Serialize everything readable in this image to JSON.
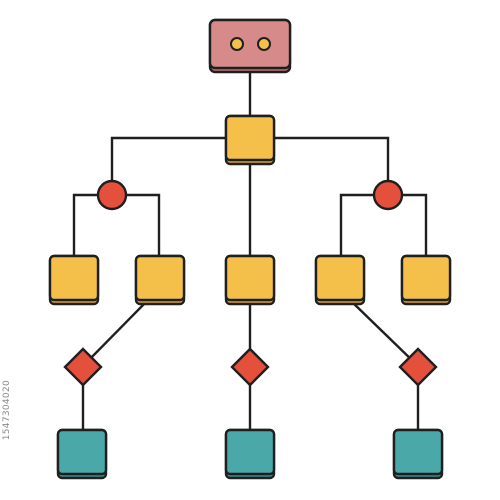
{
  "palette": {
    "outline": "#1f1f1f",
    "root_fill": "#d68a8a",
    "root_shadow": "#c07272",
    "eye_fill": "#f4c04a",
    "node_fill": "#f4c04a",
    "node_shadow": "#dca434",
    "junction_fill": "#e5503c",
    "leaf_fill": "#4aa8a8",
    "leaf_shadow": "#3a8f90",
    "background": "#ffffff"
  },
  "side_label": "1547304020",
  "nodes": {
    "root": {
      "shape": "rounded-rect",
      "icon": "device-eyes"
    },
    "hub": {
      "shape": "rounded-square"
    },
    "left_junction": {
      "shape": "circle"
    },
    "right_junction": {
      "shape": "circle"
    },
    "level2": [
      "square",
      "square",
      "square",
      "square",
      "square"
    ],
    "decisions": [
      "diamond",
      "diamond",
      "diamond"
    ],
    "leaves": [
      "square",
      "square",
      "square"
    ]
  }
}
